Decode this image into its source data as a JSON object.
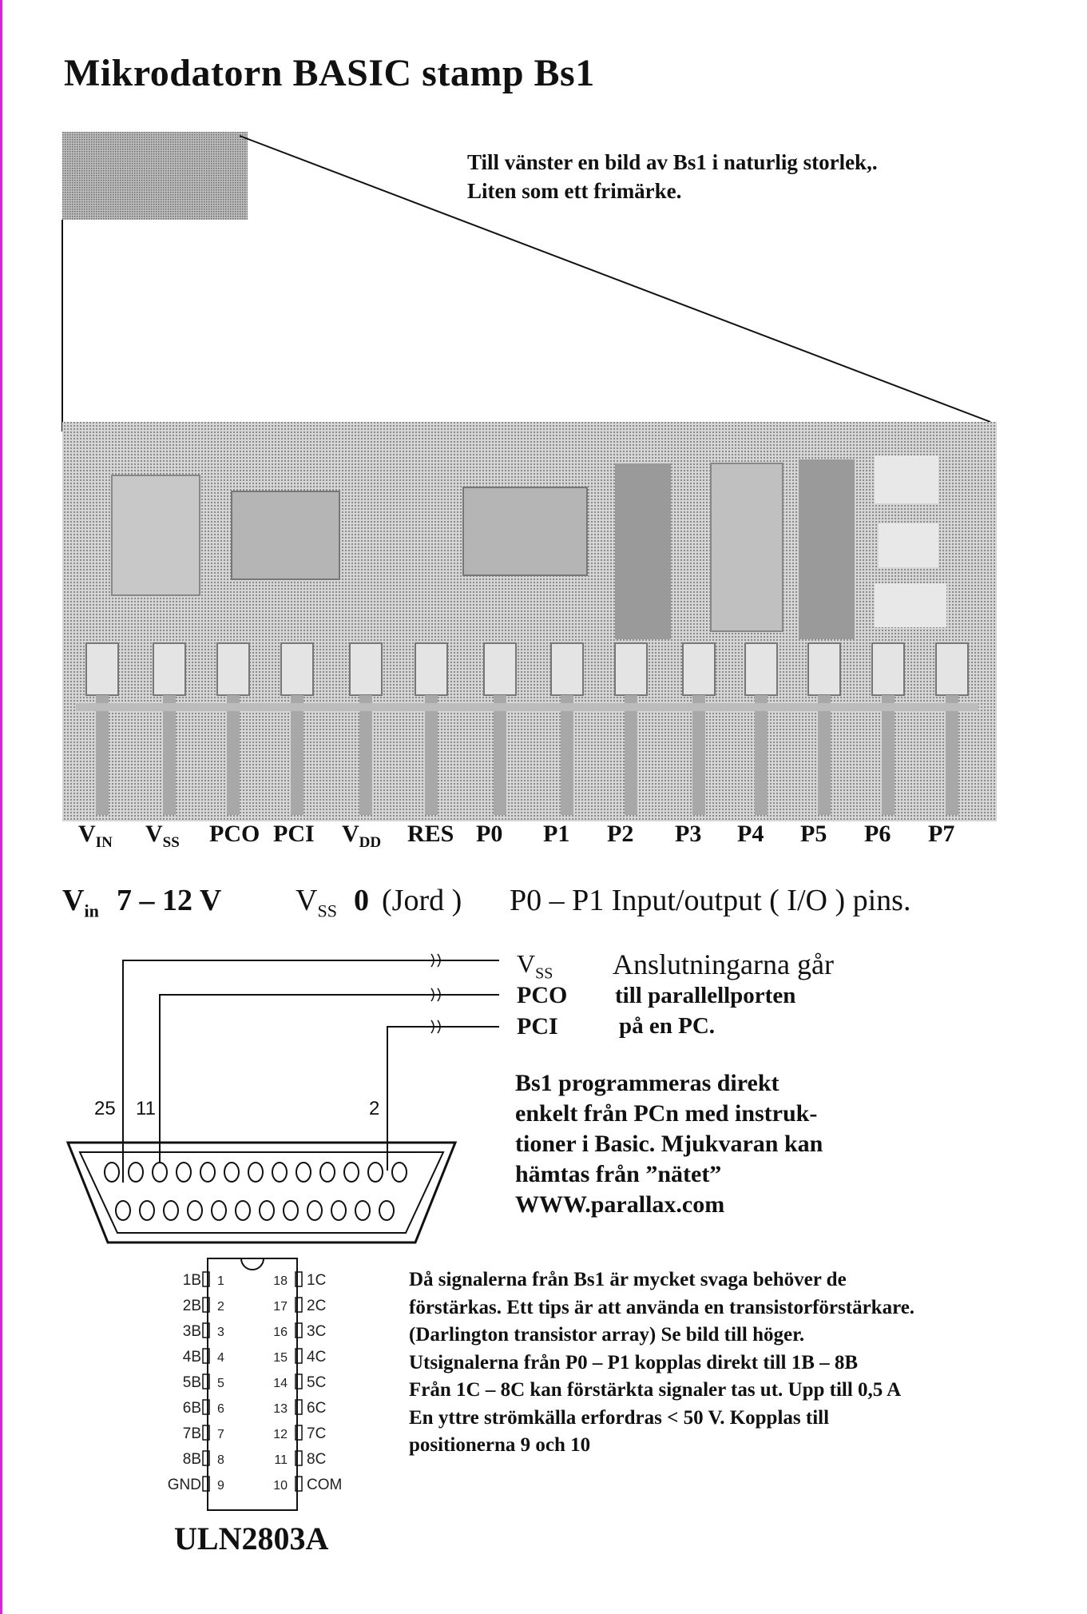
{
  "title": "Mikrodatorn  BASIC stamp  Bs1",
  "caption": {
    "line1": "Till vänster en bild av Bs1  i naturlig storlek,.",
    "line2": "Liten som ett frimärke."
  },
  "pins": [
    {
      "main": "V",
      "sub": "IN"
    },
    {
      "main": "V",
      "sub": "SS"
    },
    {
      "main": "PCO",
      "sub": ""
    },
    {
      "main": "PCI",
      "sub": ""
    },
    {
      "main": "V",
      "sub": "DD"
    },
    {
      "main": "RES",
      "sub": ""
    },
    {
      "main": "P0",
      "sub": ""
    },
    {
      "main": "P1",
      "sub": ""
    },
    {
      "main": "P2",
      "sub": ""
    },
    {
      "main": "P3",
      "sub": ""
    },
    {
      "main": "P4",
      "sub": ""
    },
    {
      "main": "P5",
      "sub": ""
    },
    {
      "main": "P6",
      "sub": ""
    },
    {
      "main": "P7",
      "sub": ""
    }
  ],
  "specs": {
    "vin_main": "V",
    "vin_sub": "in",
    "vin_range": "7 – 12  V",
    "vss_main": "V",
    "vss_sub": "SS",
    "vss_value": "0",
    "vss_note": "(Jord )",
    "io": "P0 – P1  Input/output  ( I/O ) pins."
  },
  "connections": {
    "vss_main": "V",
    "vss_sub": "SS",
    "pco": "PCO",
    "pci": "PCI",
    "note1": "Anslutningarna  går",
    "note2": "till parallellporten",
    "note3": "på  en PC."
  },
  "db25": {
    "label_25": "25",
    "label_11": "11",
    "label_2": "2"
  },
  "paragraph1": [
    "Bs1  programmeras direkt",
    "enkelt från PCn med instruk-",
    "tioner i Basic. Mjukvaran kan",
    "hämtas från ”nätet”",
    "WWW.parallax.com"
  ],
  "paragraph2": [
    "Då signalerna från  Bs1 är mycket svaga behöver de",
    "förstärkas. Ett tips är att använda en transistorförstärkare.",
    "(Darlington transistor array)  Se bild till höger.",
    "Utsignalerna från P0 – P1 kopplas direkt till 1B – 8B",
    "Från 1C – 8C kan förstärkta signaler tas ut. Upp till 0,5 A",
    "En yttre strömkälla erfordras  < 50 V. Kopplas till",
    "positionerna  9 och 10"
  ],
  "chip": {
    "name": "ULN2803A",
    "left": [
      {
        "label": "1B",
        "num": "1"
      },
      {
        "label": "2B",
        "num": "2"
      },
      {
        "label": "3B",
        "num": "3"
      },
      {
        "label": "4B",
        "num": "4"
      },
      {
        "label": "5B",
        "num": "5"
      },
      {
        "label": "6B",
        "num": "6"
      },
      {
        "label": "7B",
        "num": "7"
      },
      {
        "label": "8B",
        "num": "8"
      },
      {
        "label": "GND",
        "num": "9"
      }
    ],
    "right": [
      {
        "label": "1C",
        "num": "18"
      },
      {
        "label": "2C",
        "num": "17"
      },
      {
        "label": "3C",
        "num": "16"
      },
      {
        "label": "4C",
        "num": "15"
      },
      {
        "label": "5C",
        "num": "14"
      },
      {
        "label": "6C",
        "num": "13"
      },
      {
        "label": "7C",
        "num": "12"
      },
      {
        "label": "8C",
        "num": "11"
      },
      {
        "label": "COM",
        "num": "10"
      }
    ]
  }
}
